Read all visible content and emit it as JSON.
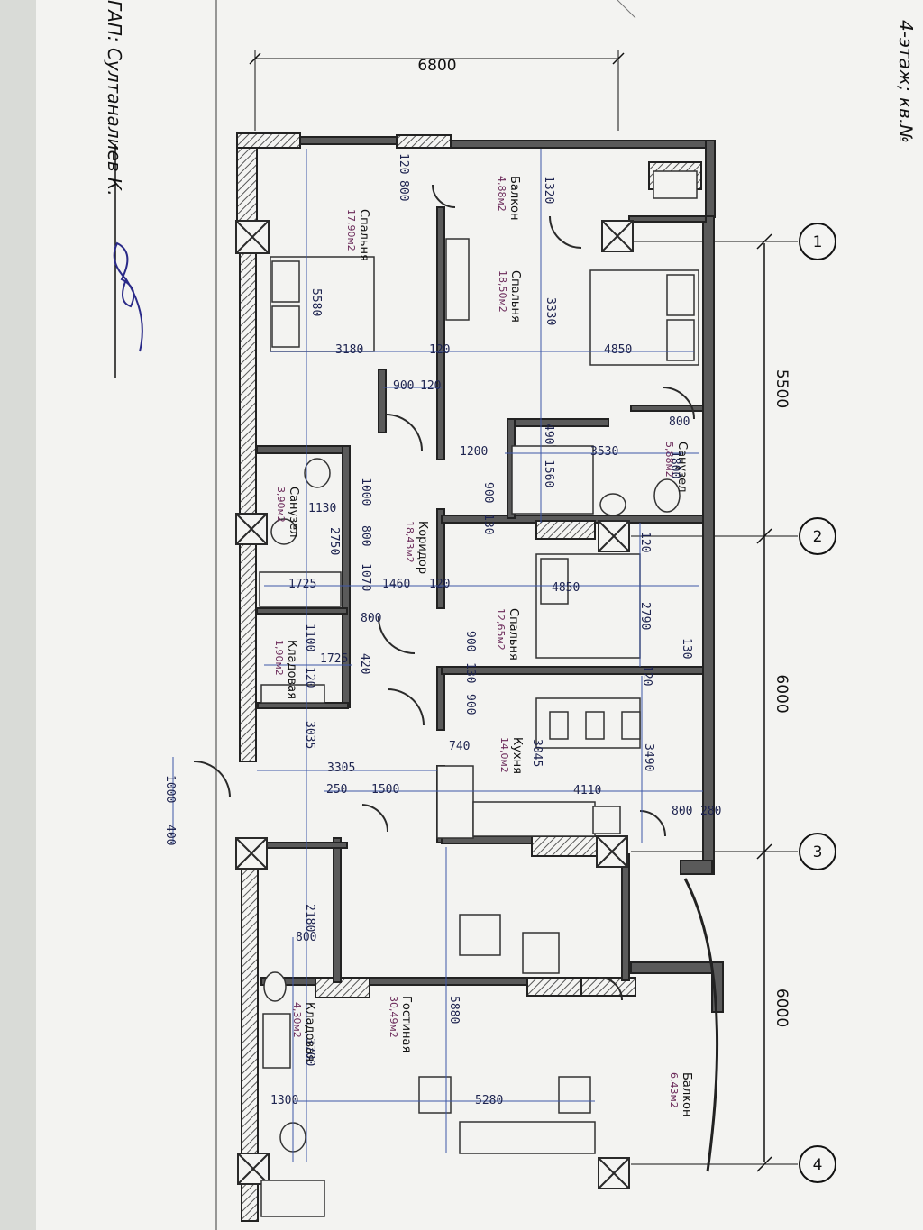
{
  "header": {
    "floor_label": "4-этаж; кв.№",
    "signature_label": "ГАП: Султаналиев К."
  },
  "top_dimension": "6800",
  "axes": [
    {
      "mark": "1",
      "after_span": "5500"
    },
    {
      "mark": "2",
      "after_span": "6000"
    },
    {
      "mark": "3",
      "after_span": "6000"
    },
    {
      "mark": "4",
      "after_span": ""
    }
  ],
  "rooms": [
    {
      "name": "Балкон",
      "area": "4,88м2"
    },
    {
      "name": "Спальня",
      "area": "17,90м2"
    },
    {
      "name": "Спальня",
      "area": "18,50м2"
    },
    {
      "name": "Санузел",
      "area": "5,88м2"
    },
    {
      "name": "Санузел",
      "area": "3,90м2"
    },
    {
      "name": "Коридор",
      "area": "18,43м2"
    },
    {
      "name": "Спальня",
      "area": "12,65м2"
    },
    {
      "name": "Кладовая",
      "area": "1,90м2"
    },
    {
      "name": "Кухня",
      "area": "14,0м2"
    },
    {
      "name": "Гостиная",
      "area": "30,49м2"
    },
    {
      "name": "Кладовая",
      "area": "4,30м2"
    },
    {
      "name": "Балкон",
      "area": "6,43м2"
    }
  ],
  "dimensions": [
    "120",
    "800",
    "1320",
    "5580",
    "3330",
    "3180",
    "120",
    "4850",
    "900",
    "120",
    "800",
    "1800",
    "1200",
    "490",
    "1560",
    "3530",
    "1000",
    "1130",
    "900",
    "130",
    "2750",
    "800",
    "120",
    "1070",
    "1460",
    "1725",
    "120",
    "4850",
    "2790",
    "1100",
    "800",
    "420",
    "900",
    "130",
    "130",
    "1725",
    "120",
    "120",
    "900",
    "740",
    "3045",
    "3490",
    "3305",
    "3035",
    "1000",
    "400",
    "250",
    "1500",
    "4110",
    "800",
    "280",
    "2180",
    "800",
    "5880",
    "3700",
    "1300",
    "5280"
  ]
}
